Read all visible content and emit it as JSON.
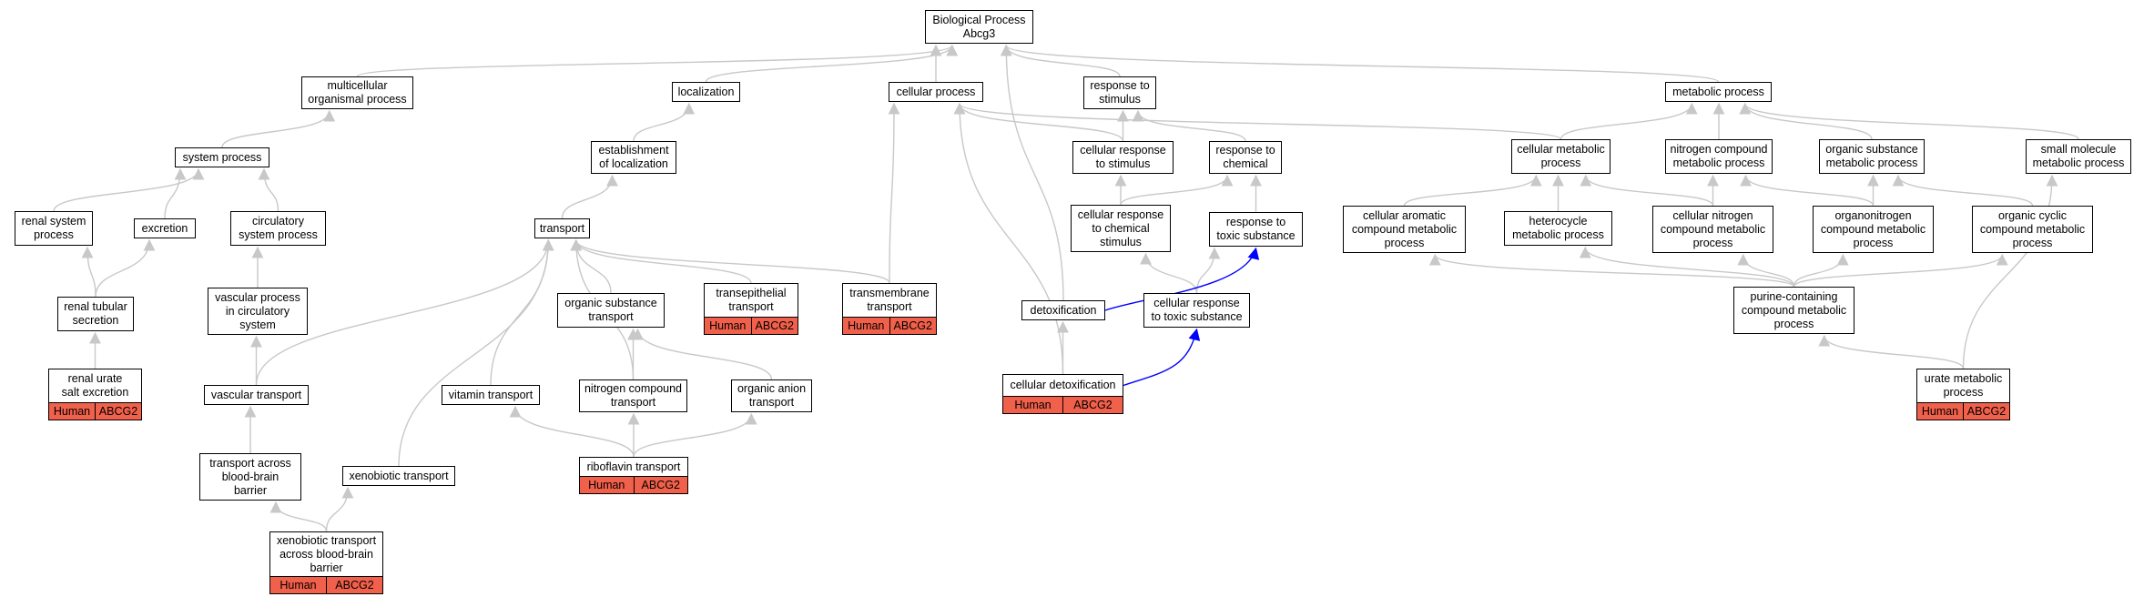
{
  "colors": {
    "edge": "#c8c8c8",
    "highlight_edge": "#0000ff",
    "annotation_fill": "#f1604a"
  },
  "nodes": {
    "bp": "Biological Process\nAbcg3",
    "multicellular": "multicellular\norganismal process",
    "localization": "localization",
    "cellular_process": "cellular process",
    "response_stimulus": "response to\nstimulus",
    "metabolic": "metabolic process",
    "system_process": "system process",
    "establishment": "establishment\nof localization",
    "cell_resp_stimulus": "cellular response\nto stimulus",
    "resp_chemical": "response to\nchemical",
    "cell_metabolic": "cellular metabolic\nprocess",
    "nitrogen_metabolic": "nitrogen compound\nmetabolic process",
    "organic_metabolic": "organic substance\nmetabolic process",
    "small_molecule": "small molecule\nmetabolic process",
    "renal_system": "renal system\nprocess",
    "excretion": "excretion",
    "circulatory": "circulatory\nsystem process",
    "transport": "transport",
    "cell_resp_chemical": "cellular response\nto chemical\nstimulus",
    "resp_toxic": "response to\ntoxic substance",
    "aromatic": "cellular aromatic\ncompound metabolic\nprocess",
    "heterocycle": "heterocycle\nmetabolic process",
    "cell_nitrogen": "cellular nitrogen\ncompound metabolic\nprocess",
    "organonitrogen": "organonitrogen\ncompound metabolic\nprocess",
    "organic_cyclic": "organic cyclic\ncompound metabolic\nprocess",
    "renal_tubular": "renal tubular\nsecretion",
    "vascular_circ": "vascular process\nin circulatory\nsystem",
    "organic_transport": "organic substance\ntransport",
    "transepithelial": "transepithelial\ntransport",
    "transmembrane": "transmembrane\ntransport",
    "detox": "detoxification",
    "cell_resp_toxic": "cellular response\nto toxic substance",
    "purine": "purine-containing\ncompound metabolic\nprocess",
    "renal_urate": "renal urate\nsalt excretion",
    "vascular_transport": "vascular transport",
    "vitamin": "vitamin transport",
    "nitrogen_transport": "nitrogen compound\ntransport",
    "organic_anion": "organic anion\ntransport",
    "cell_detox": "cellular detoxification",
    "urate": "urate metabolic\nprocess",
    "transport_bbb": "transport across\nblood-brain\nbarrier",
    "xenobiotic": "xenobiotic transport",
    "riboflavin": "riboflavin transport",
    "xeno_bbb": "xenobiotic transport\nacross blood-brain\nbarrier"
  },
  "annotation": {
    "species": "Human",
    "gene": "ABCG2"
  }
}
